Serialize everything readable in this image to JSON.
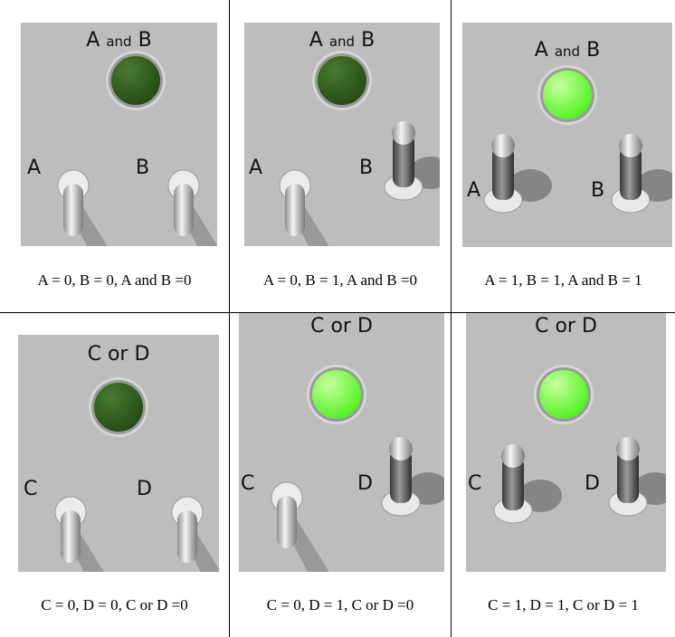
{
  "cells": [
    {
      "kind": "and",
      "title_left": "A",
      "title_mid": "and",
      "title_right": "B",
      "sw1": "A",
      "sw2": "B",
      "s1": 0,
      "s2": 0,
      "lamp": 0,
      "caption": "A = 0, B = 0, A and B =0"
    },
    {
      "kind": "and",
      "title_left": "A",
      "title_mid": "and",
      "title_right": "B",
      "sw1": "A",
      "sw2": "B",
      "s1": 0,
      "s2": 1,
      "lamp": 0,
      "caption": "A = 0, B = 1, A and B =0"
    },
    {
      "kind": "and",
      "title_left": "A",
      "title_mid": "and",
      "title_right": "B",
      "sw1": "A",
      "sw2": "B",
      "s1": 1,
      "s2": 1,
      "lamp": 1,
      "caption": "A = 1, B = 1, A and B = 1"
    },
    {
      "kind": "or",
      "title": "C or D",
      "sw1": "C",
      "sw2": "D",
      "s1": 0,
      "s2": 0,
      "lamp": 0,
      "caption": "C = 0, D = 0, C or D =0"
    },
    {
      "kind": "or",
      "title": "C or D",
      "sw1": "C",
      "sw2": "D",
      "s1": 0,
      "s2": 1,
      "lamp": 1,
      "caption": "C = 0, D = 1, C or D =0"
    },
    {
      "kind": "or",
      "title": "C or D",
      "sw1": "C",
      "sw2": "D",
      "s1": 1,
      "s2": 1,
      "lamp": 1,
      "caption": "C = 1, D = 1, C or D = 1"
    }
  ],
  "colors": {
    "panel": "#bdbdbd",
    "lamp_off": "#244a14",
    "lamp_on": "#4cf21c",
    "switch": "#c8c8c8"
  }
}
